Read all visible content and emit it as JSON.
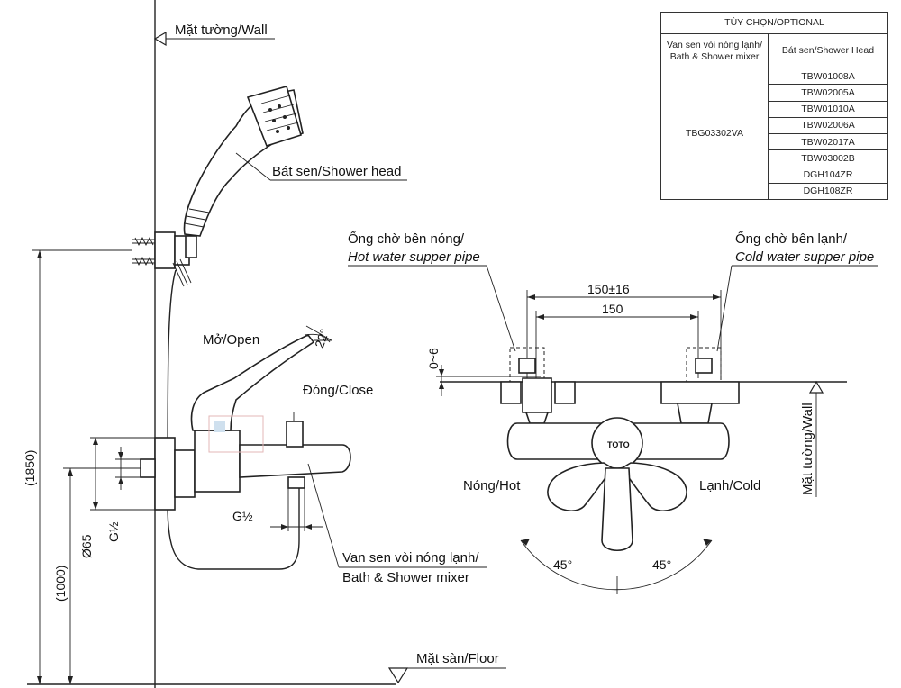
{
  "table": {
    "header": "TÙY CHỌN/OPTIONAL",
    "col_mixer": "Van sen vòi nóng lạnh/ Bath & Shower mixer",
    "col_head": "Bát sen/Shower Head",
    "mixer_model": "TBG03302VA",
    "heads": [
      "TBW01008A",
      "TBW02005A",
      "TBW01010A",
      "TBW02006A",
      "TBW02017A",
      "TBW03002B",
      "DGH104ZR",
      "DGH108ZR"
    ]
  },
  "labels": {
    "wall_top": "Mặt tường/Wall",
    "shower_head": "Bát sen/Shower head",
    "open": "Mở/Open",
    "close": "Đóng/Close",
    "angle_lever": "22°",
    "mixer_vn": "Van sen vòi nóng lạnh/",
    "mixer_en": "Bath & Shower mixer",
    "floor": "Mặt sàn/Floor",
    "hot_pipe_vn": "Ống chờ bên nóng/",
    "hot_pipe_en": "Hot water supper pipe",
    "cold_pipe_vn": "Ống chờ bên lạnh/",
    "cold_pipe_en": "Cold water supper pipe",
    "hot": "Nóng/Hot",
    "cold": "Lạnh/Cold",
    "wall_side": "Mặt tường/Wall",
    "angle_left": "45°",
    "angle_right": "45°",
    "brand": "TOTO"
  },
  "dimensions": {
    "total_height": "(1850)",
    "mixer_height": "(1000)",
    "diameter": "Ø65",
    "thread_side": "G½",
    "thread_bottom": "G½",
    "spacing_adjust": "150±16",
    "spacing": "150",
    "depth": "0~6"
  }
}
